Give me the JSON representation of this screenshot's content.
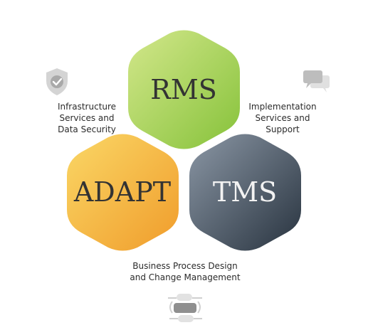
{
  "hexagons": [
    {
      "id": "rms",
      "label": "RMS",
      "color_top": "#c8e07a",
      "color_bottom": "#8fc73e",
      "text_color": "#333333"
    },
    {
      "id": "adapt",
      "label": "ADAPT",
      "color_top": "#f8cf55",
      "color_bottom": "#f2a52f",
      "text_color": "#333333"
    },
    {
      "id": "tms",
      "label": "TMS",
      "color_top": "#7f8b99",
      "color_bottom": "#2e3a47",
      "text_color": "#f2f2f2"
    }
  ],
  "captions": {
    "infrastructure": [
      "Infrastructure",
      "Services and",
      "Data Security"
    ],
    "implementation": [
      "Implementation",
      "Services and",
      "Support"
    ],
    "business_process": [
      "Business Process Design",
      "and Change Management"
    ]
  },
  "icons": {
    "shield": "shield-check-icon",
    "chat": "chat-bubbles-icon",
    "toggle": "toggle-switch-icon",
    "icon_color": "#c9c9c9"
  }
}
